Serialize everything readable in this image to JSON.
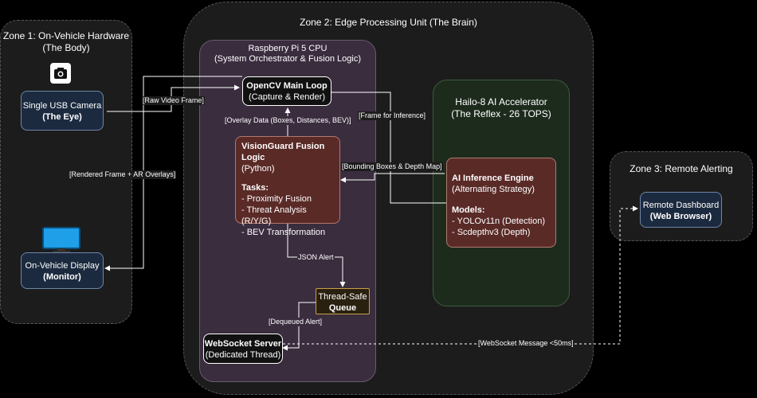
{
  "zone1": {
    "title": "Zone 1: On-Vehicle Hardware",
    "subtitle": "(The Body)"
  },
  "zone2": {
    "title": "Zone 2: Edge Processing Unit (The Brain)"
  },
  "zone3": {
    "title": "Zone 3: Remote Alerting"
  },
  "rpi": {
    "title": "Raspberry Pi 5 CPU",
    "subtitle": "(System Orchestrator & Fusion Logic)"
  },
  "hailo": {
    "title": "Hailo-8 AI Accelerator",
    "subtitle": "(The Reflex - 26 TOPS)"
  },
  "camera": {
    "line1": "Single USB Camera",
    "line2": "(The Eye)",
    "icon": "camera-icon"
  },
  "display": {
    "line1": "On-Vehicle Display",
    "line2": "(Monitor)",
    "icon": "monitor-icon"
  },
  "opencv": {
    "line1": "OpenCV Main Loop",
    "line2": "(Capture & Render)"
  },
  "fusion": {
    "title1": "VisionGuard Fusion",
    "title2": "Logic",
    "subtitle": "(Python)",
    "tasks_label": "Tasks:",
    "tasks": [
      "- Proximity Fusion",
      "- Threat Analysis (R/Y/G)",
      "- BEV Transformation"
    ]
  },
  "queue": {
    "line1": "Thread-Safe",
    "line2": "Queue"
  },
  "websocket": {
    "line1": "WebSocket Server",
    "line2": "(Dedicated Thread)"
  },
  "inference": {
    "title": "AI Inference Engine",
    "subtitle": "(Alternating Strategy)",
    "models_label": "Models:",
    "models": [
      "- YOLOv11n (Detection)",
      "- Scdepthv3 (Depth)"
    ]
  },
  "dashboard": {
    "line1": "Remote Dashboard",
    "line2": "(Web Browser)"
  },
  "edges": {
    "raw_video": "[Raw Video Frame]",
    "rendered": "[Rendered Frame + AR Overlays]",
    "overlay": "[Overlay Data (Boxes, Distances, BEV)]",
    "frame_inference": "[Frame for Inference]",
    "bbox_depth": "[Bounding Boxes & Depth Map]",
    "json_alert": "JSON Alert",
    "dequeued": "[Dequeued Alert]",
    "ws_message": "[WebSocket Message <50ms]"
  },
  "colors": {
    "zone_bg": "#1c1c1c",
    "rpi_bg": "#3a2d3e",
    "hailo_bg": "#1d2b1d",
    "node_blue": "#1c2a3f",
    "node_red": "#5a2a27",
    "queue_bg": "#2a2010"
  }
}
